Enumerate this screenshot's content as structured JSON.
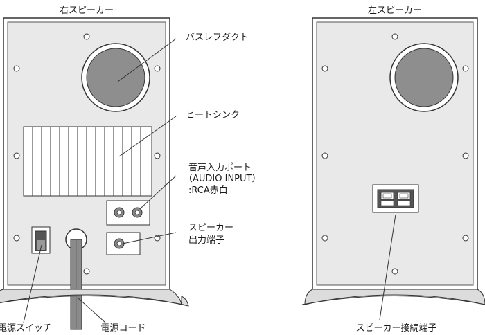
{
  "titles": {
    "right_speaker": "右スピーカー",
    "left_speaker": "左スピーカー"
  },
  "labels": {
    "bass_reflex_duct": "バスレフダクト",
    "heat_sink": "ヒートシンク",
    "audio_input_line1": "音声入力ポート",
    "audio_input_line2": "（AUDIO INPUT）",
    "audio_input_line3": ":RCA赤白",
    "speaker_output_line1": "スピーカー",
    "speaker_output_line2": "出力端子",
    "power_switch": "電源スイッチ",
    "power_cord": "電源コード",
    "speaker_connection_terminal": "スピーカー接続端子"
  }
}
